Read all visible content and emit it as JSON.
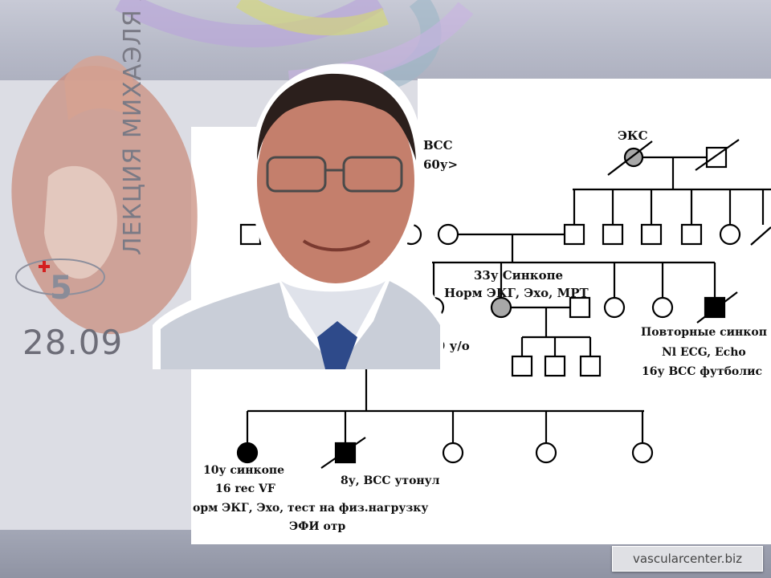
{
  "logo": {
    "date": "28.09",
    "title": "ЛЕКЦИЯ МИХАЭЛЯ АРАД"
  },
  "pedigree": {
    "top_left_label_line1": "ВСС",
    "top_left_label_line2": "60у>",
    "top_right_label": "ЭКС",
    "proband_label_line1": "33у  Синкопе",
    "proband_label_line2": "Норм ЭКГ, Эхо, МРТ",
    "left_age_label": "9 у/о",
    "right_desc_line1": "Повторные синкоп",
    "right_desc_line2": "Nl ECG, Echo",
    "right_desc_line3": "16у ВСС футболис",
    "child1_line1": "10у синкопе",
    "child1_line2": "16 rec VF",
    "child1_line3": "орм ЭКГ, Эхо, тест на физ.нагрузку",
    "child1_line4": "ЭФИ отр",
    "child2_label": "8у, ВСС утонул"
  },
  "footer": {
    "site": "vascularcenter.biz"
  },
  "colors": {
    "affected": "#000000",
    "carrier": "#a8a8a8",
    "line": "#000000"
  }
}
